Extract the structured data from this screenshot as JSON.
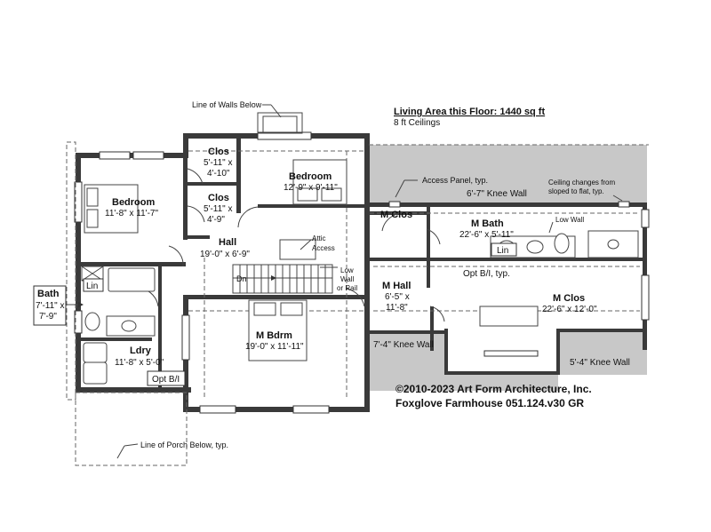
{
  "header": {
    "living_area": "Living Area this Floor: 1440 sq ft",
    "ceilings": "8 ft Ceilings"
  },
  "rooms": {
    "clos1": {
      "name": "Clos",
      "dims": [
        "5'-11\" x",
        "4'-10\""
      ]
    },
    "clos2": {
      "name": "Clos",
      "dims": [
        "5'-11\" x",
        "4'-9\""
      ]
    },
    "bedroom_left": {
      "name": "Bedroom",
      "dims": [
        "11'-8\" x 11'-7\""
      ]
    },
    "bedroom_right": {
      "name": "Bedroom",
      "dims": [
        "12'-9\" x 9'-11\""
      ]
    },
    "hall": {
      "name": "Hall",
      "dims": [
        "19'-0\" x 6'-9\""
      ]
    },
    "m_clos_small": {
      "name": "M Clos"
    },
    "m_bath": {
      "name": "M Bath",
      "dims": [
        "22'-6\" x 5'-11\""
      ]
    },
    "m_hall": {
      "name": "M Hall",
      "dims": [
        "6'-5\" x",
        "11'-8\""
      ]
    },
    "m_clos": {
      "name": "M Clos",
      "dims": [
        "22'-6\" x 12'-0\""
      ]
    },
    "m_bdrm": {
      "name": "M Bdrm",
      "dims": [
        "19'-0\" x 11'-11\""
      ]
    },
    "ldry": {
      "name": "Ldry",
      "dims": [
        "11'-8\" x 5'-0\""
      ]
    },
    "bath": {
      "name": "Bath",
      "dims": [
        "7'-11\" x",
        "7'-9\""
      ]
    }
  },
  "labels": {
    "lin1": "Lin",
    "lin2": "Lin",
    "opt_bi_ldry": "Opt B/I",
    "opt_bi_typ": "Opt B/I, typ.",
    "dn": "Dn",
    "attic_access": [
      "Attic",
      "Access"
    ],
    "low_wall_rail": [
      "Low",
      "Wall",
      "or Rail"
    ],
    "low_wall": "Low Wall",
    "access_panel": "Access Panel, typ.",
    "knee_top": "6'-7\" Knee Wall",
    "knee_left": "7'-4\" Knee Wall",
    "knee_right": "5'-4\" Knee Wall",
    "ceiling_changes": [
      "Ceiling changes from",
      "sloped to flat, typ."
    ],
    "line_walls_below": "Line of Walls Below",
    "line_porch_below": "Line of Porch Below, typ."
  },
  "footer": {
    "copyright": "©2010-2023 Art Form Architecture, Inc.",
    "plan_name": "Foxglove Farmhouse 051.124.v30 GR"
  }
}
